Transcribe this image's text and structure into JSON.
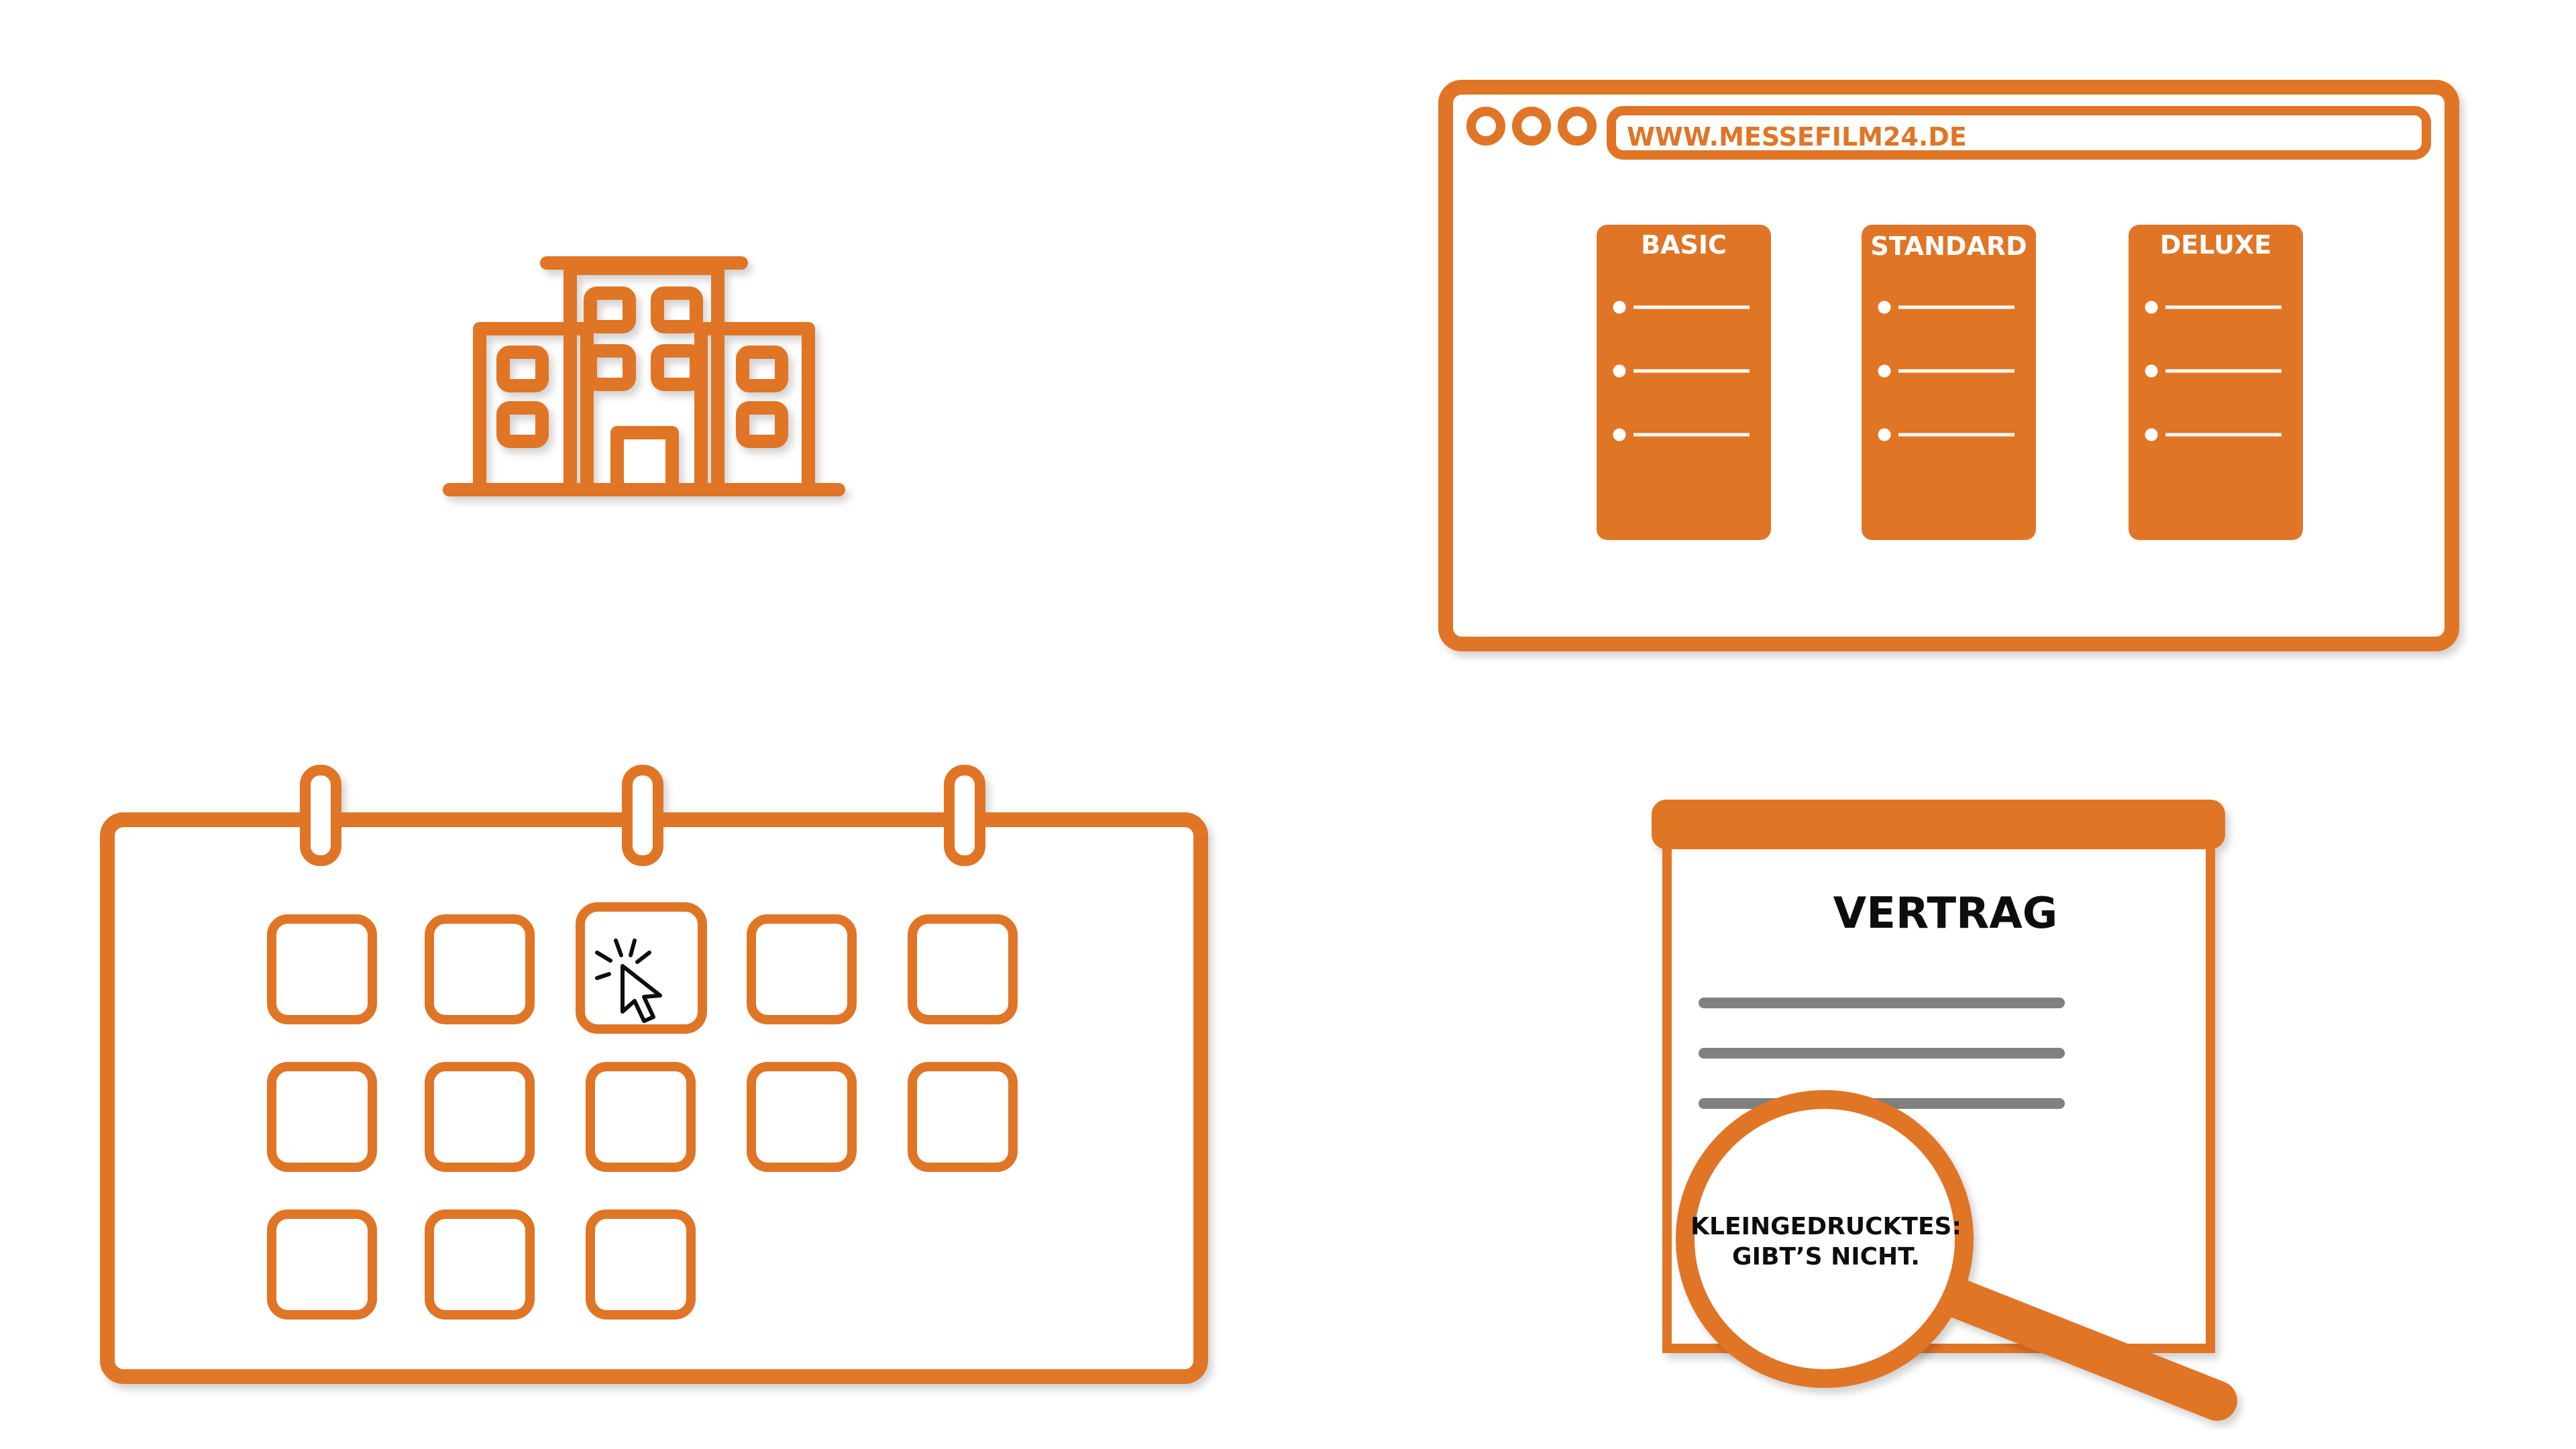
{
  "colors": {
    "accent": "#e07428",
    "background": "#ffffff",
    "ink": "#111111",
    "line_gray": "#808080"
  },
  "browser": {
    "url": "WWW.MESSEFILM24.DE",
    "plans": [
      {
        "name": "BASIC"
      },
      {
        "name": "STANDARD"
      },
      {
        "name": "DELUXE"
      }
    ]
  },
  "contract": {
    "title": "VERTRAG",
    "magnifier_line1": "KLEINGEDRUCKTES:",
    "magnifier_line2": "GIBT’S NICHT."
  },
  "icons": {
    "building": "office-building-icon",
    "calendar": "calendar-icon",
    "cursor": "mouse-pointer-click-icon",
    "magnifier": "magnifying-glass-icon"
  }
}
